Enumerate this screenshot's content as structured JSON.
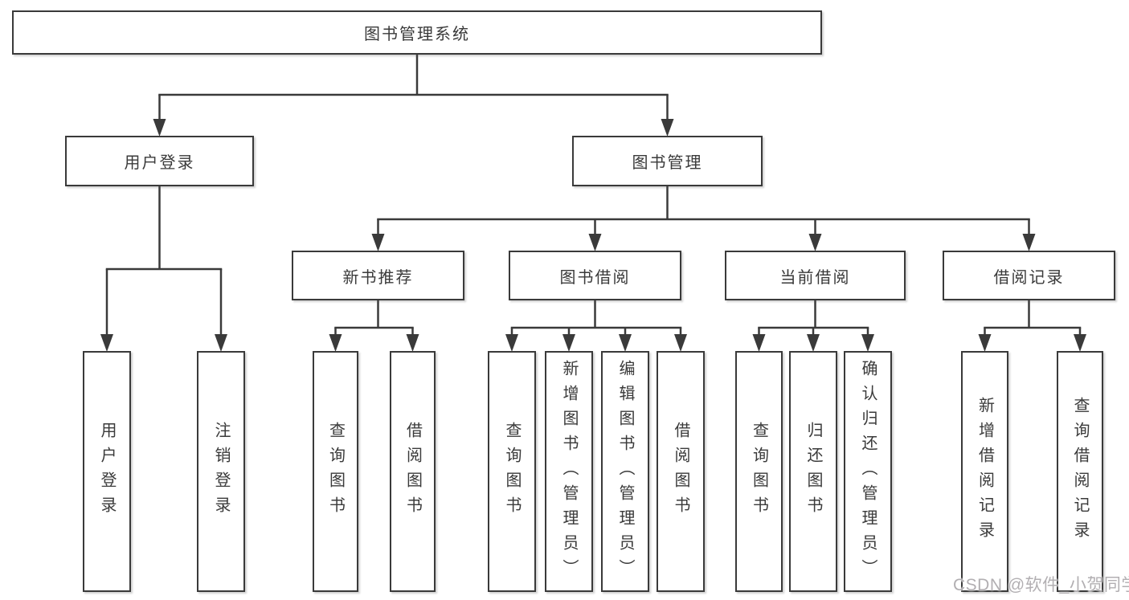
{
  "page": {
    "background": "#ffffff"
  },
  "colors": {
    "line": "#3a3a3a",
    "box_border": "#3a3a3a",
    "box_background": "#ffffff",
    "text": "#3a3a3a",
    "watermark": "#b2afb2"
  },
  "watermark": {
    "text": "CSDN @软件_小贺同学"
  },
  "diagram": {
    "type": "tree",
    "title": "图书管理系统",
    "root_id": "root",
    "nodes": [
      {
        "id": "root",
        "label": "图书管理系统",
        "children": [
          "user-login",
          "book-mgmt"
        ]
      },
      {
        "id": "user-login",
        "label": "用户登录",
        "children": [
          "ul-login",
          "ul-logout"
        ]
      },
      {
        "id": "book-mgmt",
        "label": "图书管理",
        "children": [
          "new-book-rec",
          "book-borrow",
          "current-borrow",
          "borrow-records"
        ]
      },
      {
        "id": "new-book-rec",
        "label": "新书推荐",
        "children": [
          "nb-query",
          "nb-borrow"
        ]
      },
      {
        "id": "book-borrow",
        "label": "图书借阅",
        "children": [
          "bb-query",
          "bb-add",
          "bb-edit",
          "bb-borrow"
        ]
      },
      {
        "id": "current-borrow",
        "label": "当前借阅",
        "children": [
          "cb-query",
          "cb-return",
          "cb-confirm"
        ]
      },
      {
        "id": "borrow-records",
        "label": "借阅记录",
        "children": [
          "br-add",
          "br-query"
        ]
      },
      {
        "id": "ul-login",
        "label": "用户登录",
        "children": []
      },
      {
        "id": "ul-logout",
        "label": "注销登录",
        "children": []
      },
      {
        "id": "nb-query",
        "label": "查询图书",
        "children": []
      },
      {
        "id": "nb-borrow",
        "label": "借阅图书",
        "children": []
      },
      {
        "id": "bb-query",
        "label": "查询图书",
        "children": []
      },
      {
        "id": "bb-add",
        "label": "新增图书（管理员）",
        "children": []
      },
      {
        "id": "bb-edit",
        "label": "编辑图书（管理员）",
        "children": []
      },
      {
        "id": "bb-borrow",
        "label": "借阅图书",
        "children": []
      },
      {
        "id": "cb-query",
        "label": "查询图书",
        "children": []
      },
      {
        "id": "cb-return",
        "label": "归还图书",
        "children": []
      },
      {
        "id": "cb-confirm",
        "label": "确认归还（管理员）",
        "children": []
      },
      {
        "id": "br-add",
        "label": "新增借阅记录",
        "children": []
      },
      {
        "id": "br-query",
        "label": "查询借阅记录",
        "children": []
      }
    ]
  }
}
